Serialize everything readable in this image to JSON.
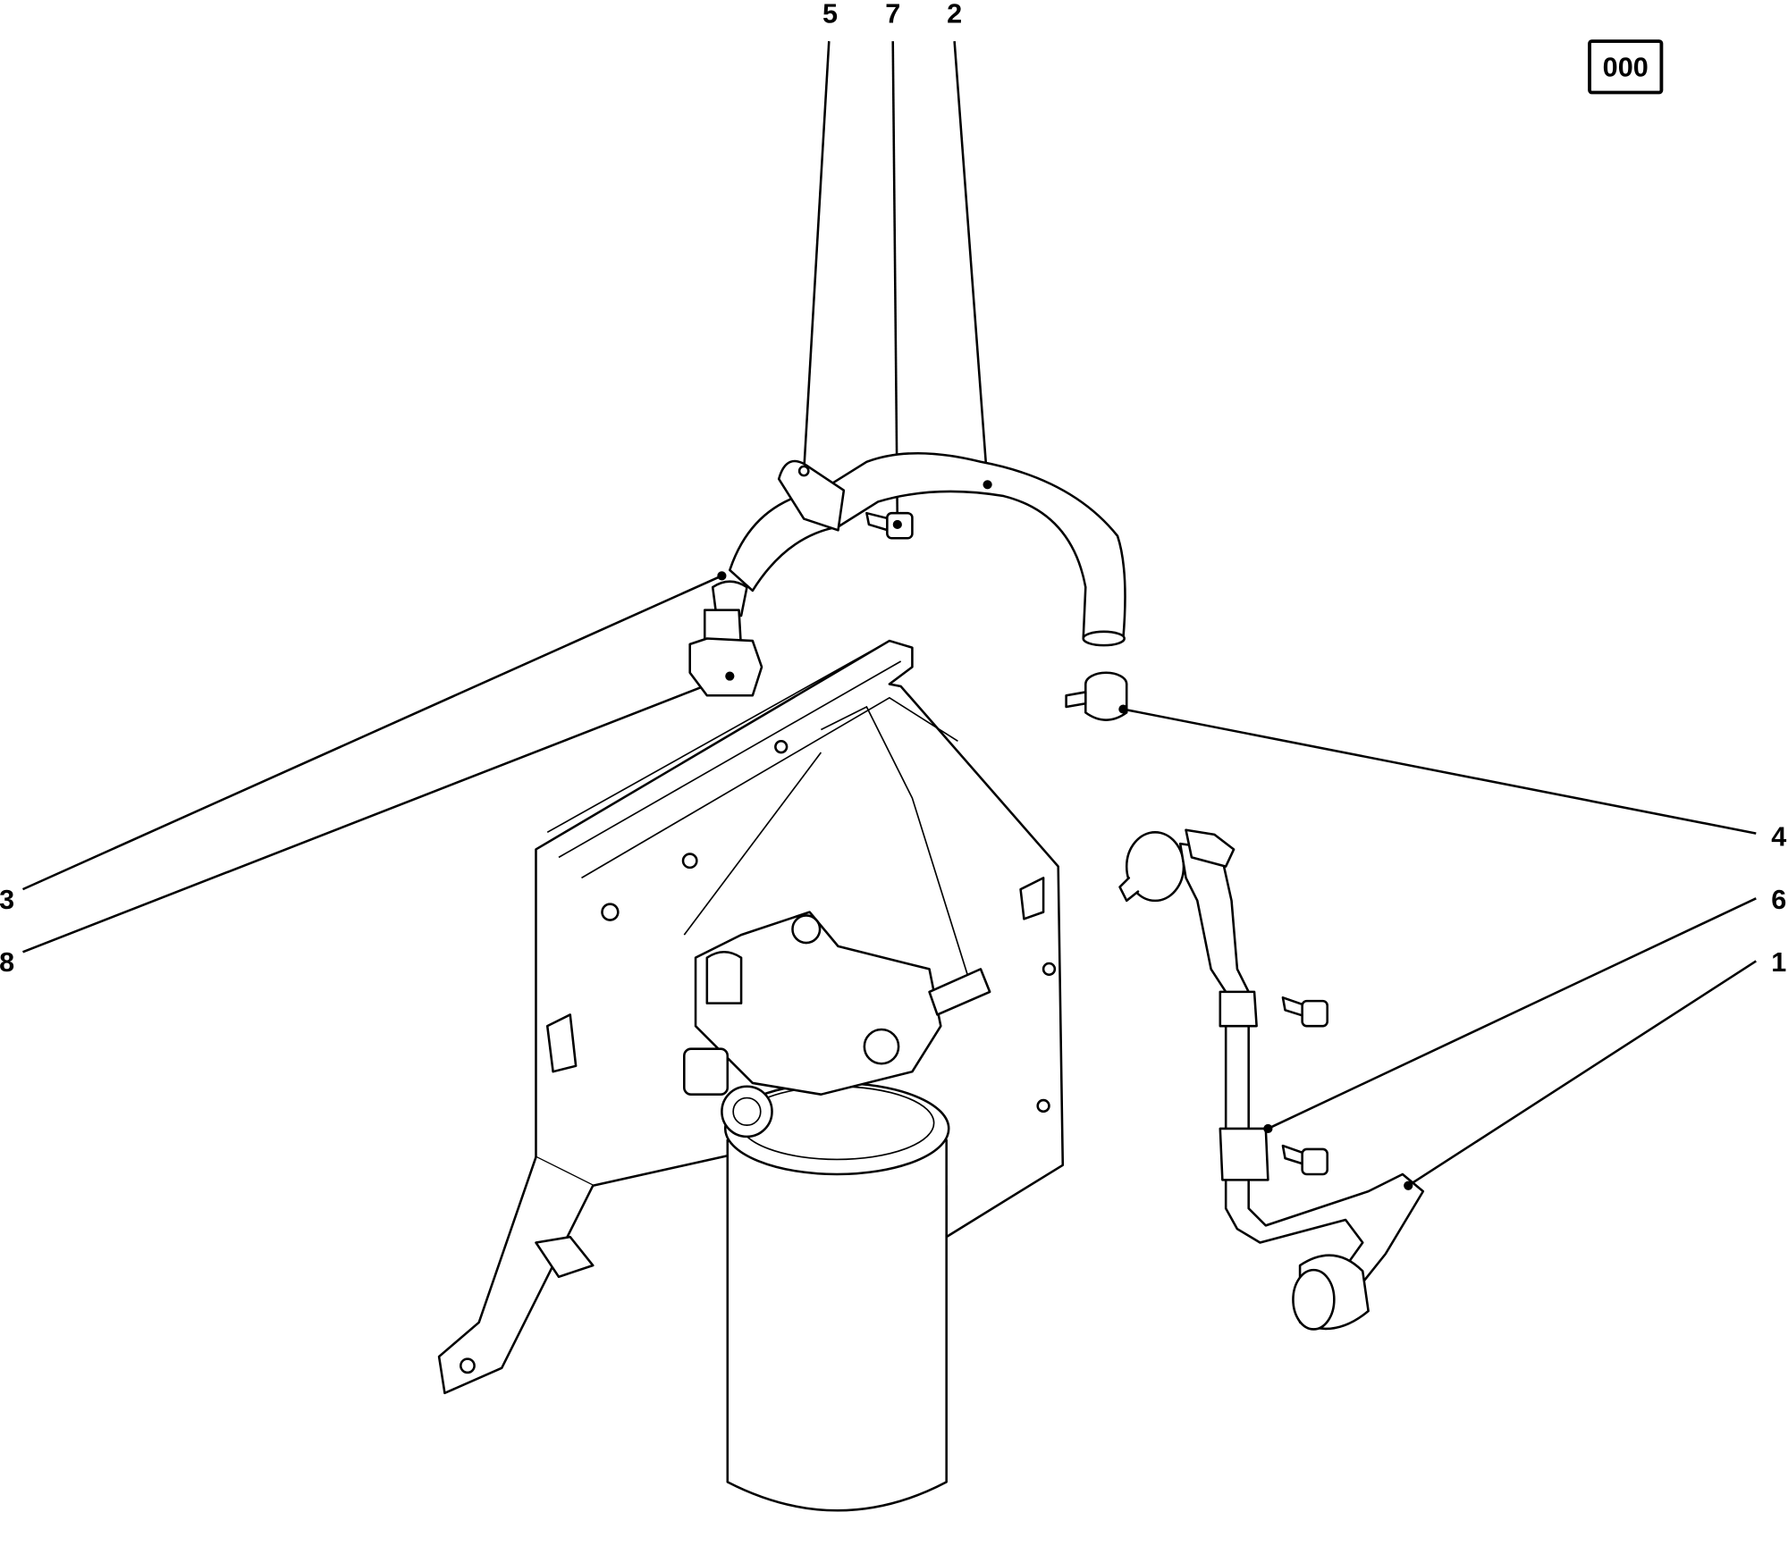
{
  "diagram": {
    "ref_code": "000",
    "callouts": [
      {
        "id": "1",
        "label": "1"
      },
      {
        "id": "2",
        "label": "2"
      },
      {
        "id": "3",
        "label": "3"
      },
      {
        "id": "4",
        "label": "4"
      },
      {
        "id": "5",
        "label": "5"
      },
      {
        "id": "6",
        "label": "6"
      },
      {
        "id": "7",
        "label": "7"
      },
      {
        "id": "8",
        "label": "8"
      }
    ]
  }
}
